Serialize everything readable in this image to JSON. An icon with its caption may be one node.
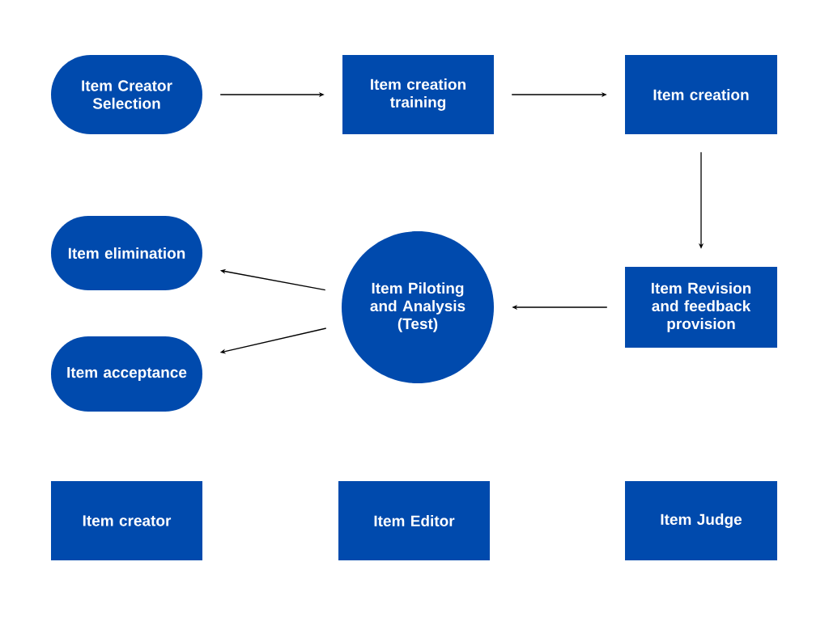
{
  "diagram": {
    "nodes": [
      {
        "text": [
          "Item Creator Selection"
        ]
      },
      {
        "text": [
          "Item creation training"
        ]
      },
      {
        "text": [
          "Item creation"
        ]
      },
      {
        "text": [
          "Item elimination"
        ]
      },
      {
        "text": [
          "Item Piloting and Analysis (Test)"
        ]
      },
      {
        "text": [
          "Item Revision and feedback provision"
        ]
      },
      {
        "text": [
          "Item acceptance"
        ]
      },
      {
        "text": [
          "Item creator"
        ]
      },
      {
        "text": [
          "Item Editor"
        ]
      },
      {
        "text": [
          "Item Judge"
        ]
      }
    ],
    "edges": [
      {
        "from": 0,
        "to": 1,
        "arrow": "to"
      },
      {
        "from": 1,
        "to": 2,
        "arrow": "to"
      },
      {
        "from": 2,
        "to": 5,
        "arrow": "to"
      },
      {
        "from": 5,
        "to": 4,
        "arrow": "to"
      },
      {
        "from": 4,
        "to": 3,
        "arrow": "to"
      },
      {
        "from": 4,
        "to": 6,
        "arrow": "to"
      }
    ]
  }
}
